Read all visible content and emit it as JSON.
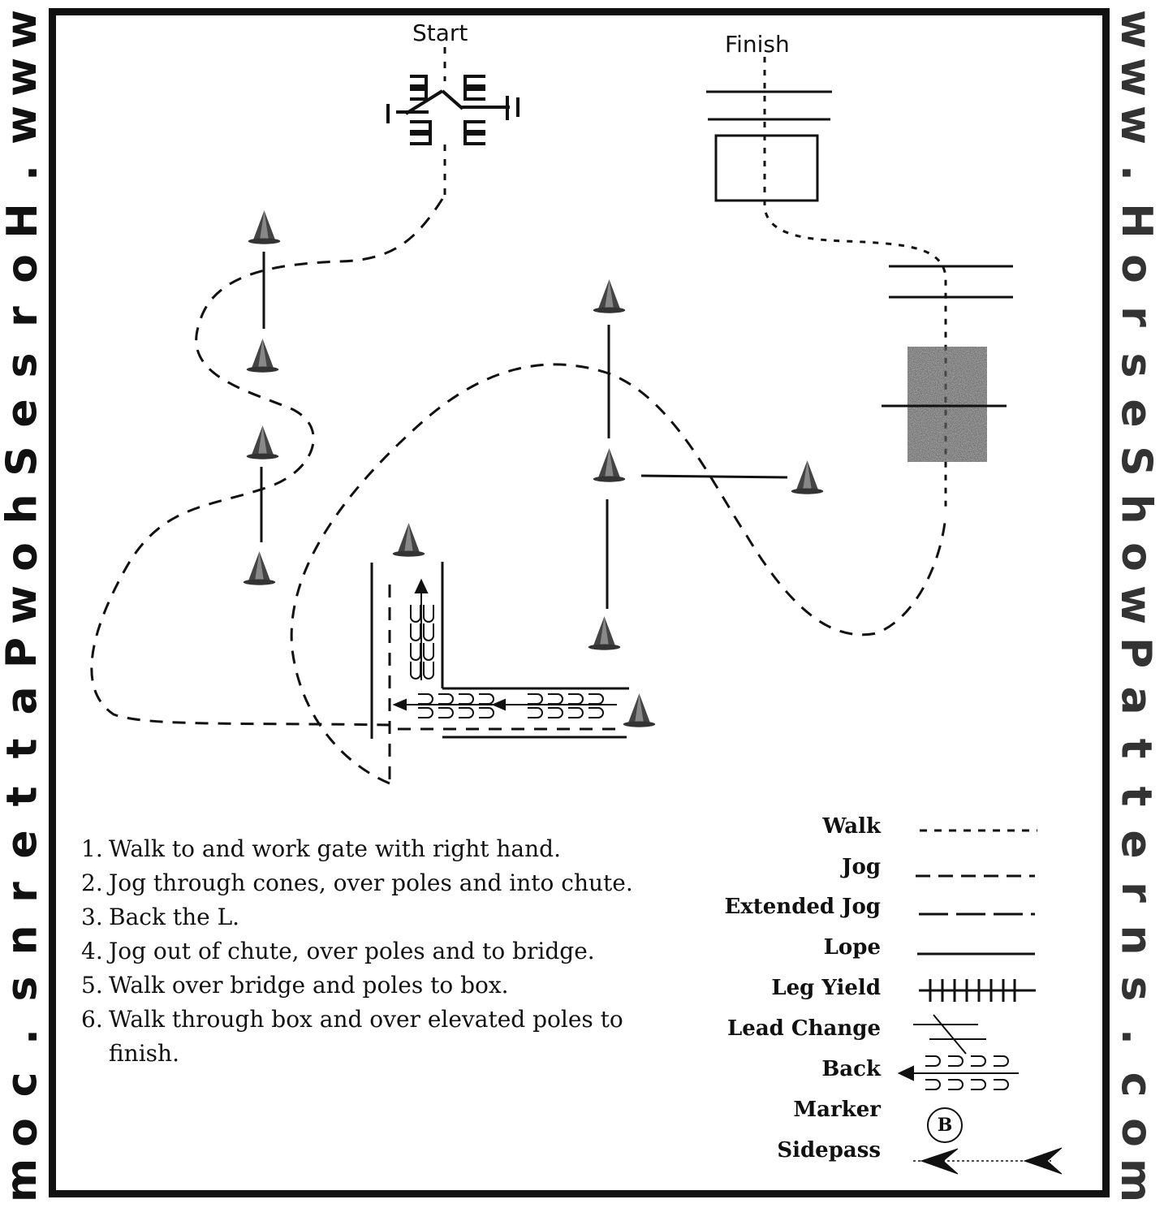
{
  "watermark": {
    "left_text": [
      "w",
      "w",
      "w",
      ".",
      "H",
      "o",
      "r",
      "s",
      "e",
      "S",
      "h",
      "o",
      "w",
      "P",
      "a",
      "t",
      "t",
      "e",
      "r",
      "n",
      "s",
      ".",
      "c",
      "o",
      "m"
    ],
    "right_text": [
      "w",
      "w",
      "w",
      ".",
      "H",
      "o",
      "r",
      "s",
      "e",
      "S",
      "h",
      "o",
      "w",
      "P",
      "a",
      "t",
      "t",
      "e",
      "r",
      "n",
      "s",
      ".",
      "c",
      "o",
      "m"
    ]
  },
  "labels": {
    "start": "Start",
    "finish": "Finish"
  },
  "instructions": [
    {
      "num": "1.",
      "text": "Walk to and work gate with right hand."
    },
    {
      "num": "2.",
      "text": "Jog through cones, over poles and into chute."
    },
    {
      "num": "3.",
      "text": "Back the L."
    },
    {
      "num": "4.",
      "text": "Jog out of  chute, over poles and to bridge."
    },
    {
      "num": "5.",
      "text": "Walk over bridge and poles to box."
    },
    {
      "num": "6.",
      "text": "Walk through box and over elevated poles to finish."
    }
  ],
  "legend": [
    {
      "key": "walk",
      "label": "Walk"
    },
    {
      "key": "jog",
      "label": "Jog"
    },
    {
      "key": "extended_jog",
      "label": "Extended Jog"
    },
    {
      "key": "lope",
      "label": "Lope"
    },
    {
      "key": "leg_yield",
      "label": "Leg Yield"
    },
    {
      "key": "lead_change",
      "label": "Lead Change"
    },
    {
      "key": "back",
      "label": "Back"
    },
    {
      "key": "marker",
      "label": "Marker"
    },
    {
      "key": "sidepass",
      "label": "Sidepass"
    }
  ],
  "marker_letter": "B",
  "colors": {
    "ink": "#111111",
    "bridge": "#7a7a7a"
  }
}
